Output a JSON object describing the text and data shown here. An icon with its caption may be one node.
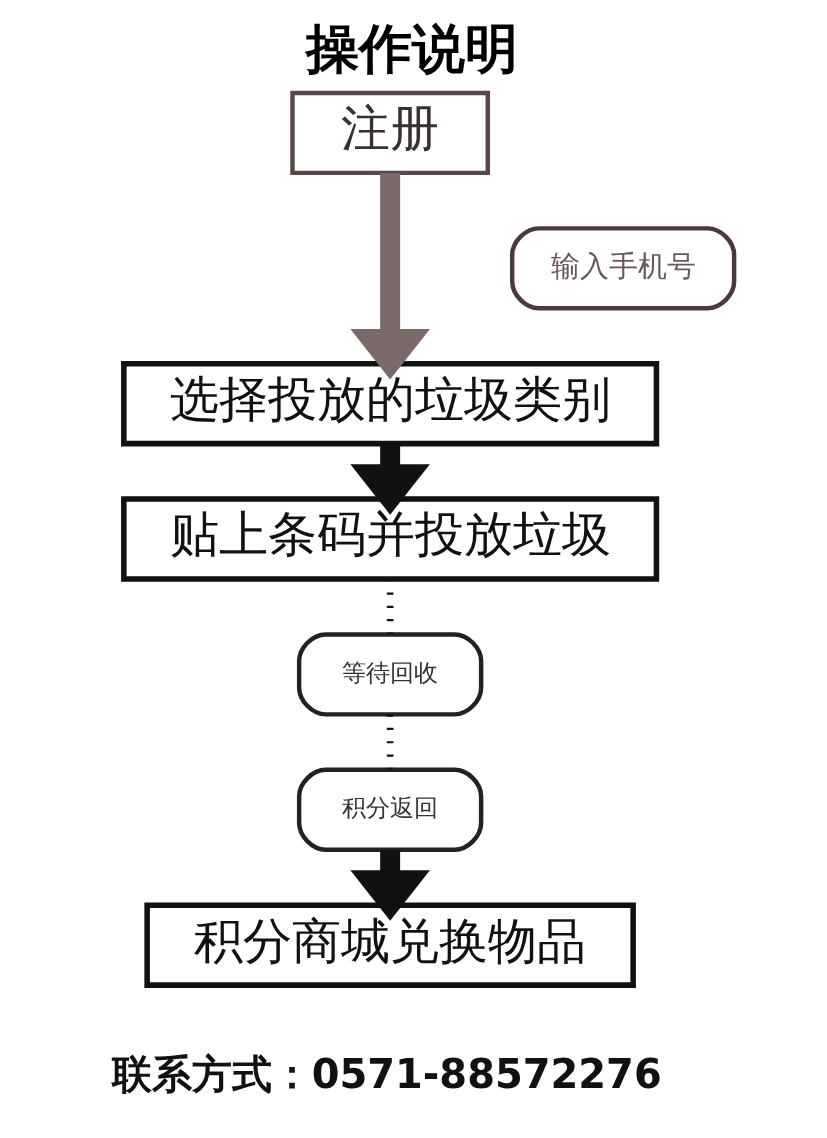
{
  "diagram": {
    "title": "操作说明",
    "nodes": [
      {
        "text": [
          "注册"
        ]
      },
      {
        "text": [
          "输入手机号"
        ]
      },
      {
        "text": [
          "选择投放的垃圾类别"
        ]
      },
      {
        "text": [
          "贴上条码并投放垃圾"
        ]
      },
      {
        "text": [
          "等待回收"
        ]
      },
      {
        "text": [
          "积分返回"
        ]
      },
      {
        "text": [
          "积分商城兑换物品"
        ]
      }
    ],
    "edges": [
      {
        "from": 0,
        "to": 2,
        "arrow": "to",
        "color": "#7a6a6a"
      },
      {
        "from": 2,
        "to": 3,
        "arrow": "to"
      },
      {
        "from": 3,
        "to": 4,
        "arrow": "none",
        "style": "dashed"
      },
      {
        "from": 4,
        "to": 5,
        "arrow": "none",
        "style": "dashed"
      },
      {
        "from": 5,
        "to": 6,
        "arrow": "to"
      }
    ],
    "labels": [
      "联系方式：0571-88572276"
    ]
  }
}
